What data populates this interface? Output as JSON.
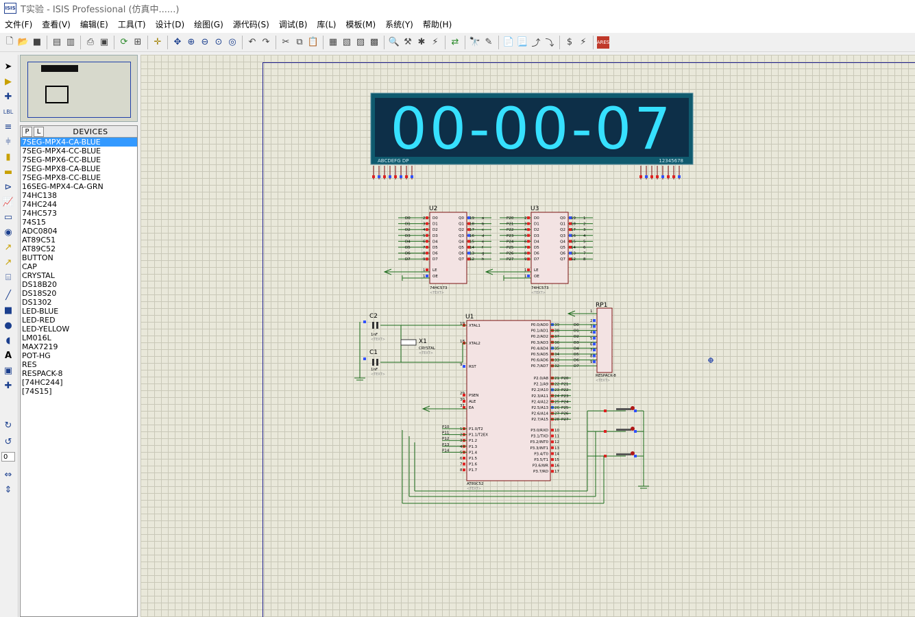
{
  "window": {
    "title": "T实验 - ISIS Professional (仿真中......)",
    "logo_text": "ISIS"
  },
  "menu": [
    "文件(F)",
    "查看(V)",
    "编辑(E)",
    "工具(T)",
    "设计(D)",
    "绘图(G)",
    "源代码(S)",
    "调试(B)",
    "库(L)",
    "模板(M)",
    "系统(Y)",
    "帮助(H)"
  ],
  "device_panel": {
    "tab_p": "P",
    "tab_l": "L",
    "title": "DEVICES",
    "items": [
      "7SEG-MPX4-CA-BLUE",
      "7SEG-MPX4-CC-BLUE",
      "7SEG-MPX6-CC-BLUE",
      "7SEG-MPX8-CA-BLUE",
      "7SEG-MPX8-CC-BLUE",
      "16SEG-MPX4-CA-GRN",
      "74HC138",
      "74HC244",
      "74HC573",
      "74S15",
      "ADC0804",
      "AT89C51",
      "AT89C52",
      "BUTTON",
      "CAP",
      "CRYSTAL",
      "DS18B20",
      "DS18S20",
      "DS1302",
      "LED-BLUE",
      "LED-RED",
      "LED-YELLOW",
      "LM016L",
      "MAX7219",
      "POT-HG",
      "RES",
      "RESPACK-8",
      "[74HC244]",
      "[74S15]"
    ],
    "selected_index": 0
  },
  "zoom_value": "0",
  "schematic": {
    "display": {
      "text": "00-00-07",
      "seg_label": "ABCDEFG DP",
      "digit_label": "12345678"
    },
    "u2": {
      "ref": "U2",
      "part": "74HC573",
      "text": "<TEXT>",
      "in_pins": [
        {
          "net": "D0",
          "num": "2",
          "name": "D0"
        },
        {
          "net": "D1",
          "num": "3",
          "name": "D1"
        },
        {
          "net": "D2",
          "num": "4",
          "name": "D2"
        },
        {
          "net": "D3",
          "num": "5",
          "name": "D3"
        },
        {
          "net": "D4",
          "num": "6",
          "name": "D4"
        },
        {
          "net": "D5",
          "num": "7",
          "name": "D5"
        },
        {
          "net": "D6",
          "num": "8",
          "name": "D6"
        },
        {
          "net": "D7",
          "num": "9",
          "name": "D7"
        }
      ],
      "out_pins": [
        {
          "name": "Q0",
          "num": "19",
          "net": "a"
        },
        {
          "name": "Q1",
          "num": "18",
          "net": "b"
        },
        {
          "name": "Q2",
          "num": "17",
          "net": "c"
        },
        {
          "name": "Q3",
          "num": "16",
          "net": "d"
        },
        {
          "name": "Q4",
          "num": "15",
          "net": "e"
        },
        {
          "name": "Q5",
          "num": "14",
          "net": "f"
        },
        {
          "name": "Q6",
          "num": "13",
          "net": "g"
        },
        {
          "name": "Q7",
          "num": "12",
          "net": "h"
        }
      ],
      "ctrl_pins": [
        {
          "name": "LE",
          "num": "11"
        },
        {
          "name": "OE",
          "num": "1"
        }
      ]
    },
    "u3": {
      "ref": "U3",
      "part": "74HC573",
      "text": "<TEXT>",
      "in_pins": [
        {
          "net": "P20",
          "num": "2",
          "name": "D0"
        },
        {
          "net": "P21",
          "num": "3",
          "name": "D1"
        },
        {
          "net": "P22",
          "num": "4",
          "name": "D2"
        },
        {
          "net": "P23",
          "num": "5",
          "name": "D3"
        },
        {
          "net": "P24",
          "num": "6",
          "name": "D4"
        },
        {
          "net": "P25",
          "num": "7",
          "name": "D5"
        },
        {
          "net": "P26",
          "num": "8",
          "name": "D6"
        },
        {
          "net": "P27",
          "num": "9",
          "name": "D7"
        }
      ],
      "out_pins": [
        {
          "name": "Q0",
          "num": "19",
          "net": "1"
        },
        {
          "name": "Q1",
          "num": "18",
          "net": "2"
        },
        {
          "name": "Q2",
          "num": "17",
          "net": "3"
        },
        {
          "name": "Q3",
          "num": "16",
          "net": "4"
        },
        {
          "name": "Q4",
          "num": "15",
          "net": "5"
        },
        {
          "name": "Q5",
          "num": "14",
          "net": "6"
        },
        {
          "name": "Q6",
          "num": "13",
          "net": "7"
        },
        {
          "name": "Q7",
          "num": "12",
          "net": "8"
        }
      ],
      "ctrl_pins": [
        {
          "name": "LE",
          "num": "11"
        },
        {
          "name": "OE",
          "num": "1"
        }
      ]
    },
    "u1": {
      "ref": "U1",
      "part": "AT89C52",
      "text": "<TEXT>",
      "left_pins": [
        {
          "name": "XTAL1",
          "num": "19"
        },
        {
          "name": "XTAL2",
          "num": "18"
        },
        {
          "name": "RST",
          "num": "9"
        },
        {
          "name": "PSEN",
          "num": "29"
        },
        {
          "name": "ALE",
          "num": "30"
        },
        {
          "name": "EA",
          "num": "31"
        }
      ],
      "p1_pins": [
        {
          "name": "P1.0/T2",
          "num": "1",
          "net": "P10"
        },
        {
          "name": "P1.1/T2EX",
          "num": "2",
          "net": "P11"
        },
        {
          "name": "P1.2",
          "num": "3",
          "net": "P12"
        },
        {
          "name": "P1.3",
          "num": "4",
          "net": "P13"
        },
        {
          "name": "P1.4",
          "num": "5",
          "net": "P14"
        },
        {
          "name": "P1.5",
          "num": "6",
          "net": ""
        },
        {
          "name": "P1.6",
          "num": "7",
          "net": ""
        },
        {
          "name": "P1.7",
          "num": "8",
          "net": ""
        }
      ],
      "p0_pins": [
        {
          "name": "P0.0/AD0",
          "num": "39",
          "net": "D0"
        },
        {
          "name": "P0.1/AD1",
          "num": "38",
          "net": "D1"
        },
        {
          "name": "P0.2/AD2",
          "num": "37",
          "net": "D2"
        },
        {
          "name": "P0.3/AD3",
          "num": "36",
          "net": "D3"
        },
        {
          "name": "P0.4/AD4",
          "num": "35",
          "net": "D4"
        },
        {
          "name": "P0.5/AD5",
          "num": "34",
          "net": "D5"
        },
        {
          "name": "P0.6/AD6",
          "num": "33",
          "net": "D6"
        },
        {
          "name": "P0.7/AD7",
          "num": "32",
          "net": "D7"
        }
      ],
      "p2_pins": [
        {
          "name": "P2.0/A8",
          "num": "21",
          "net": "P20"
        },
        {
          "name": "P2.1/A9",
          "num": "22",
          "net": "P21"
        },
        {
          "name": "P2.2/A10",
          "num": "23",
          "net": "P22"
        },
        {
          "name": "P2.3/A11",
          "num": "24",
          "net": "P23"
        },
        {
          "name": "P2.4/A12",
          "num": "25",
          "net": "P24"
        },
        {
          "name": "P2.5/A13",
          "num": "26",
          "net": "P25"
        },
        {
          "name": "P2.6/A14",
          "num": "27",
          "net": "P26"
        },
        {
          "name": "P2.7/A15",
          "num": "28",
          "net": "P27"
        }
      ],
      "p3_pins": [
        {
          "name": "P3.0/RXD",
          "num": "10"
        },
        {
          "name": "P3.1/TXD",
          "num": "11"
        },
        {
          "name": "P3.2/INT0",
          "num": "12"
        },
        {
          "name": "P3.3/INT1",
          "num": "13"
        },
        {
          "name": "P3.4/T0",
          "num": "14"
        },
        {
          "name": "P3.5/T1",
          "num": "15"
        },
        {
          "name": "P3.6/WR",
          "num": "16"
        },
        {
          "name": "P3.7/RD",
          "num": "17"
        }
      ]
    },
    "rp1": {
      "ref": "RP1",
      "part": "RESPACK-8",
      "text": "<TEXT>",
      "pins": [
        {
          "net": "D0",
          "num": "2"
        },
        {
          "net": "D1",
          "num": "3"
        },
        {
          "net": "D2",
          "num": "4"
        },
        {
          "net": "D3",
          "num": "5"
        },
        {
          "net": "D4",
          "num": "6"
        },
        {
          "net": "D5",
          "num": "7"
        },
        {
          "net": "D6",
          "num": "8"
        },
        {
          "net": "D7",
          "num": "9"
        }
      ],
      "common_pin": "1"
    },
    "c1": {
      "ref": "C1",
      "value": "1nF",
      "text": "<TEXT>"
    },
    "c2": {
      "ref": "C2",
      "value": "1nF",
      "text": "<TEXT>"
    },
    "x1": {
      "ref": "X1",
      "value": "CRYSTAL",
      "text": "<TEXT>"
    }
  }
}
